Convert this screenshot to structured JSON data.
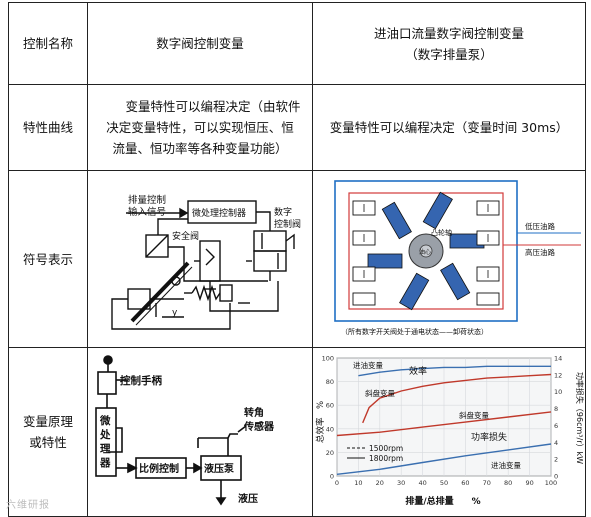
{
  "table": {
    "header": {
      "col1": "控制名称",
      "col2": "数字阀控制变量",
      "col3_line1": "进油口流量数字阀控制变量",
      "col3_line2": "（数字排量泵）"
    },
    "row_characteristic": {
      "label": "特性曲线",
      "col2_lines": [
        "变量特性可以编程决定（由软件",
        "决定变量特性，可以实现恒压、恒",
        "流量、恒功率等各种变量功能）"
      ],
      "col3": "变量特性可以编程决定（变量时间 30ms）"
    },
    "row_symbol": {
      "label": "符号表示",
      "fig_a": {
        "input_label_1": "排量控制",
        "input_label_2": "输入信号",
        "controller": "微处理控制器",
        "safety_valve": "安全阀",
        "digital_valve_1": "数字",
        "digital_valve_2": "控制阀",
        "y_label": "y"
      },
      "fig_b": {
        "cam_shaft": "凸轮轴",
        "low_pressure": "低压油路",
        "high_pressure": "高压油路",
        "center": "油心",
        "caption": "（所有数字开关阀处于通电状态——卸荷状态）"
      }
    },
    "row_principle": {
      "label_line1": "变量原理",
      "label_line2": "或特性",
      "fig_c": {
        "handle": "控制手柄",
        "micro_1": "微",
        "micro_2": "处",
        "micro_3": "理",
        "micro_4": "器",
        "proportional": "比例控制",
        "pump": "液压泵",
        "angle_1": "转角",
        "angle_2": "传感器",
        "hydraulic": "液压"
      },
      "chart_data": {
        "type": "line",
        "xlabel": "排量/总排量　　%",
        "ylabel_left": "总效率　%",
        "ylabel_right": "功率损失（96cm³/r）kW",
        "x_ticks": [
          "0",
          "10",
          "20",
          "30",
          "40",
          "50",
          "60",
          "70",
          "80",
          "90",
          "100"
        ],
        "y_left_ticks": [
          "0",
          "20",
          "40",
          "60",
          "80",
          "100"
        ],
        "y_right_ticks": [
          "0",
          "2",
          "4",
          "6",
          "8",
          "10",
          "12",
          "14"
        ],
        "ylim_left": [
          0,
          100
        ],
        "ylim_right": [
          0,
          14
        ],
        "xlim": [
          0,
          100
        ],
        "annotations": {
          "inlet_top": "进油变量",
          "efficiency": "效率",
          "swash_top": "斜盘变量",
          "swash_low": "斜盘变量",
          "power_loss": "功率损失",
          "inlet_low": "进油变量"
        },
        "legend": [
          {
            "name": "1500rpm",
            "style": "dashed"
          },
          {
            "name": "1800rpm",
            "style": "solid"
          }
        ],
        "series": [
          {
            "name": "进油变量-效率",
            "axis": "left",
            "color": "#3a6fb0",
            "points": [
              [
                10,
                85
              ],
              [
                20,
                88
              ],
              [
                30,
                90
              ],
              [
                40,
                91
              ],
              [
                50,
                92
              ],
              [
                60,
                92
              ],
              [
                70,
                93
              ],
              [
                80,
                93
              ],
              [
                90,
                93
              ],
              [
                100,
                93
              ]
            ]
          },
          {
            "name": "斜盘变量-效率",
            "axis": "left",
            "color": "#c0392b",
            "points": [
              [
                12,
                45
              ],
              [
                15,
                58
              ],
              [
                20,
                66
              ],
              [
                30,
                72
              ],
              [
                40,
                76
              ],
              [
                50,
                79
              ],
              [
                60,
                81
              ],
              [
                70,
                83
              ],
              [
                80,
                84
              ],
              [
                90,
                85
              ],
              [
                100,
                86
              ]
            ]
          },
          {
            "name": "斜盘变量-功率损失",
            "axis": "right",
            "color": "#c0392b",
            "points": [
              [
                0,
                4.8
              ],
              [
                20,
                5.2
              ],
              [
                40,
                5.8
              ],
              [
                60,
                6.4
              ],
              [
                80,
                7.0
              ],
              [
                100,
                7.6
              ]
            ]
          },
          {
            "name": "进油变量-功率损失",
            "axis": "right",
            "color": "#3a6fb0",
            "points": [
              [
                0,
                0.2
              ],
              [
                20,
                0.8
              ],
              [
                40,
                1.6
              ],
              [
                60,
                2.4
              ],
              [
                80,
                3.1
              ],
              [
                100,
                3.8
              ]
            ]
          }
        ]
      }
    }
  },
  "watermark": "六维研报"
}
